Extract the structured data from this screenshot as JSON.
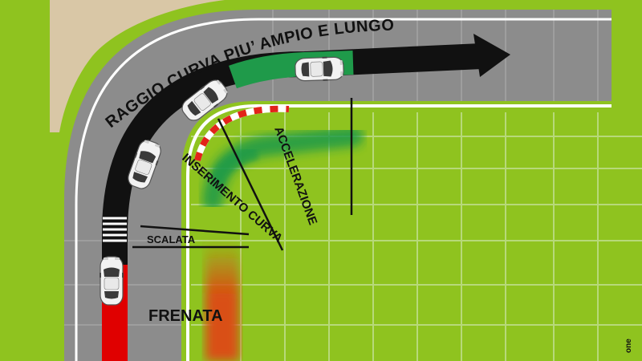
{
  "colors": {
    "grass": "#8fc31f",
    "grass_inner": "#93c52c",
    "grid": "#b7d97a",
    "sand": "#d9c7a6",
    "road": "#8c8c8c",
    "lane_line": "#ffffff",
    "racing_line": "#111111",
    "green_stripe": "#1f9a4a",
    "brake_stripe": "#e00000",
    "brake_zone": "#d94f12",
    "kerb_red": "#e2231a",
    "car_body": "#f2f2f2",
    "car_glass": "#3a3a3a"
  },
  "labels": {
    "radius": "RAGGIO CURVA PIU’ AMPIO E LUNGO",
    "acceleration": "ACCELERAZIONE",
    "turn_in": "INSERIMENTO CURVA",
    "downshift": "SCALATA",
    "braking": "FRENATA",
    "edge_fragment": "one"
  },
  "icons": {
    "direction_arrow": "arrow-right-icon",
    "car": "car-top-view-icon"
  }
}
